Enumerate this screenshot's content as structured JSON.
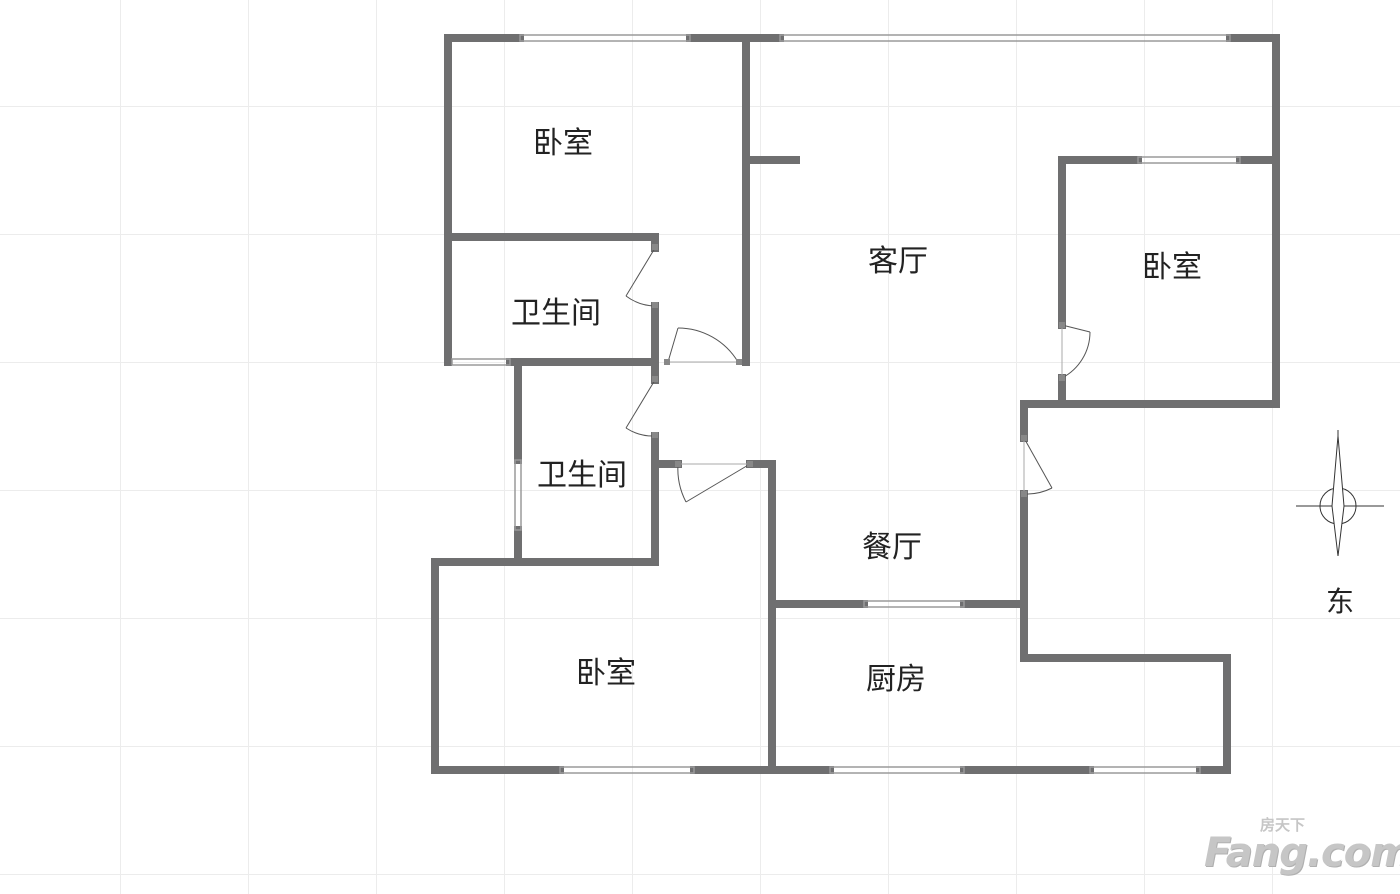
{
  "floor_plan": {
    "rooms": {
      "bedroom_nw": "卧室",
      "bath_upper": "卫生间",
      "bath_lower": "卫生间",
      "living": "客厅",
      "bedroom_ne": "卧室",
      "dining": "餐厅",
      "bedroom_sw": "卧室",
      "kitchen": "厨房"
    },
    "compass": {
      "direction_label": "东"
    },
    "watermark": {
      "main": "Fang.com",
      "sub": "房天下"
    },
    "colors": {
      "wall": "#6f6f70",
      "window": "#9a9a9a",
      "grid": "#ececec"
    }
  }
}
